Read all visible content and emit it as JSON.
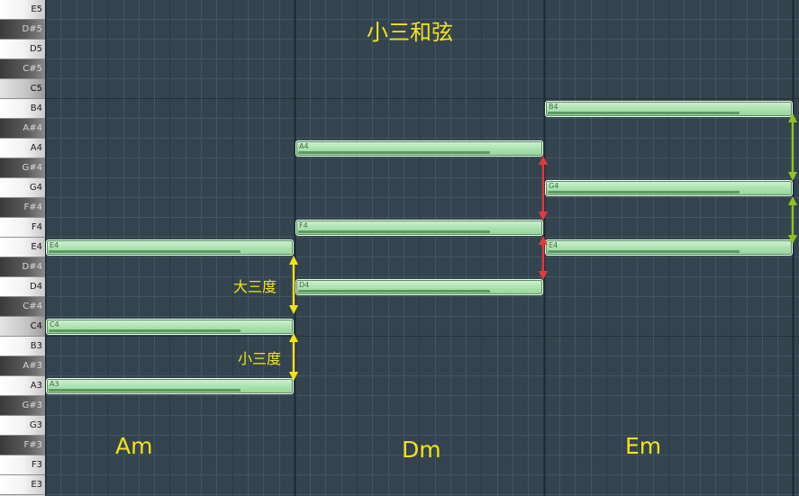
{
  "keyboard": {
    "keys": [
      {
        "label": "E5",
        "kind": "white"
      },
      {
        "label": "D#5",
        "kind": "black"
      },
      {
        "label": "D5",
        "kind": "white"
      },
      {
        "label": "C#5",
        "kind": "black"
      },
      {
        "label": "C5",
        "kind": "c"
      },
      {
        "label": "B4",
        "kind": "white"
      },
      {
        "label": "A#4",
        "kind": "black"
      },
      {
        "label": "A4",
        "kind": "white"
      },
      {
        "label": "G#4",
        "kind": "black"
      },
      {
        "label": "G4",
        "kind": "white"
      },
      {
        "label": "F#4",
        "kind": "black"
      },
      {
        "label": "F4",
        "kind": "white"
      },
      {
        "label": "E4",
        "kind": "white"
      },
      {
        "label": "D#4",
        "kind": "black"
      },
      {
        "label": "D4",
        "kind": "white"
      },
      {
        "label": "C#4",
        "kind": "black"
      },
      {
        "label": "C4",
        "kind": "c"
      },
      {
        "label": "B3",
        "kind": "white"
      },
      {
        "label": "A#3",
        "kind": "black"
      },
      {
        "label": "A3",
        "kind": "white"
      },
      {
        "label": "G#3",
        "kind": "black"
      },
      {
        "label": "G3",
        "kind": "white"
      },
      {
        "label": "F#3",
        "kind": "black"
      },
      {
        "label": "F3",
        "kind": "white"
      },
      {
        "label": "E3",
        "kind": "white"
      }
    ]
  },
  "title": "小三和弦",
  "chords": [
    {
      "name": "Am",
      "notes": [
        "A3",
        "C4",
        "E4"
      ]
    },
    {
      "name": "Dm",
      "notes": [
        "D4",
        "F4",
        "A4"
      ]
    },
    {
      "name": "Em",
      "notes": [
        "E4",
        "G4",
        "B4"
      ]
    }
  ],
  "interval_labels": {
    "major_third": "大三度",
    "minor_third": "小三度"
  },
  "colors": {
    "background": "#34444f",
    "grid_line": "#425562",
    "bar_line": "#1d2830",
    "note_fill": "#a9e1ad",
    "text_yellow": "#f4e21a",
    "arrow_yellow": "#f4e21a",
    "arrow_red": "#e23a3a",
    "arrow_green": "#8ec21f"
  },
  "arrow_icons": [
    "double-arrow-yellow-icon",
    "double-arrow-red-icon",
    "double-arrow-green-icon"
  ]
}
